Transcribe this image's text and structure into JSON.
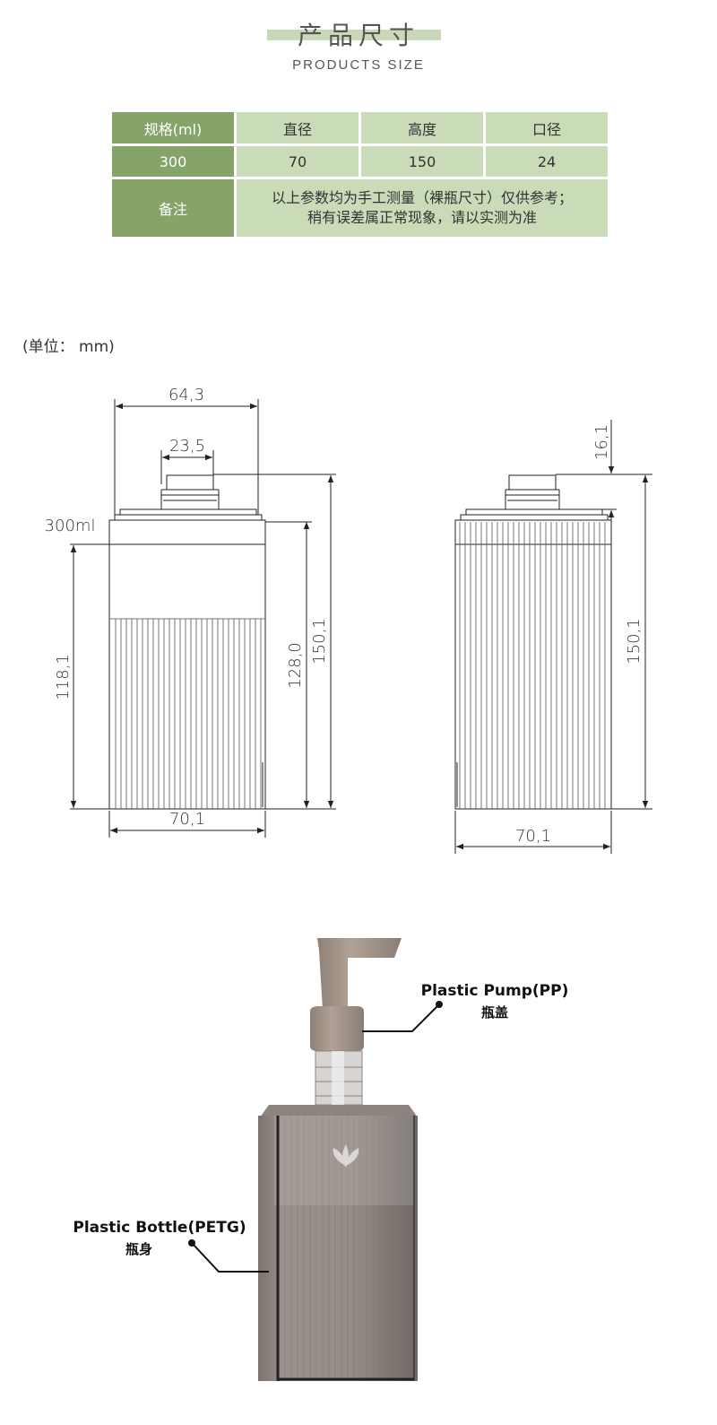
{
  "header": {
    "title_cn": "产品尺寸",
    "title_en": "PRODUCTS SIZE"
  },
  "spec_table": {
    "headers": [
      "规格(ml)",
      "直径",
      "高度",
      "口径"
    ],
    "row": [
      "300",
      "70",
      "150",
      "24"
    ],
    "note_label": "备注",
    "note_line1": "以上参数均为手工测量（裸瓶尺寸）仅供参考；",
    "note_line2": "稍有误差属正常现象，请以实测为准"
  },
  "unit_label": "(单位： mm)",
  "drawing": {
    "front": {
      "dim_shoulder_width": "64,3",
      "dim_neck": "23,5",
      "capacity": "300ml",
      "dim_label_height": "118,1",
      "dim_body_height": "128,0",
      "dim_total_height": "150,1",
      "dim_width": "70,1"
    },
    "side": {
      "dim_neck_height": "16,1",
      "dim_total_height": "150,1",
      "dim_width": "70,1"
    }
  },
  "product_labels": {
    "pump_en": "Plastic Pump(PP)",
    "pump_cn": "瓶盖",
    "bottle_en": "Plastic Bottle(PETG)",
    "bottle_cn": "瓶身"
  },
  "colors": {
    "table_dark": "#86a46a",
    "table_light": "#c9dbb7",
    "title_bar": "#c8d8b8",
    "pump": "#a5958a",
    "bottle": "#8f8682"
  }
}
